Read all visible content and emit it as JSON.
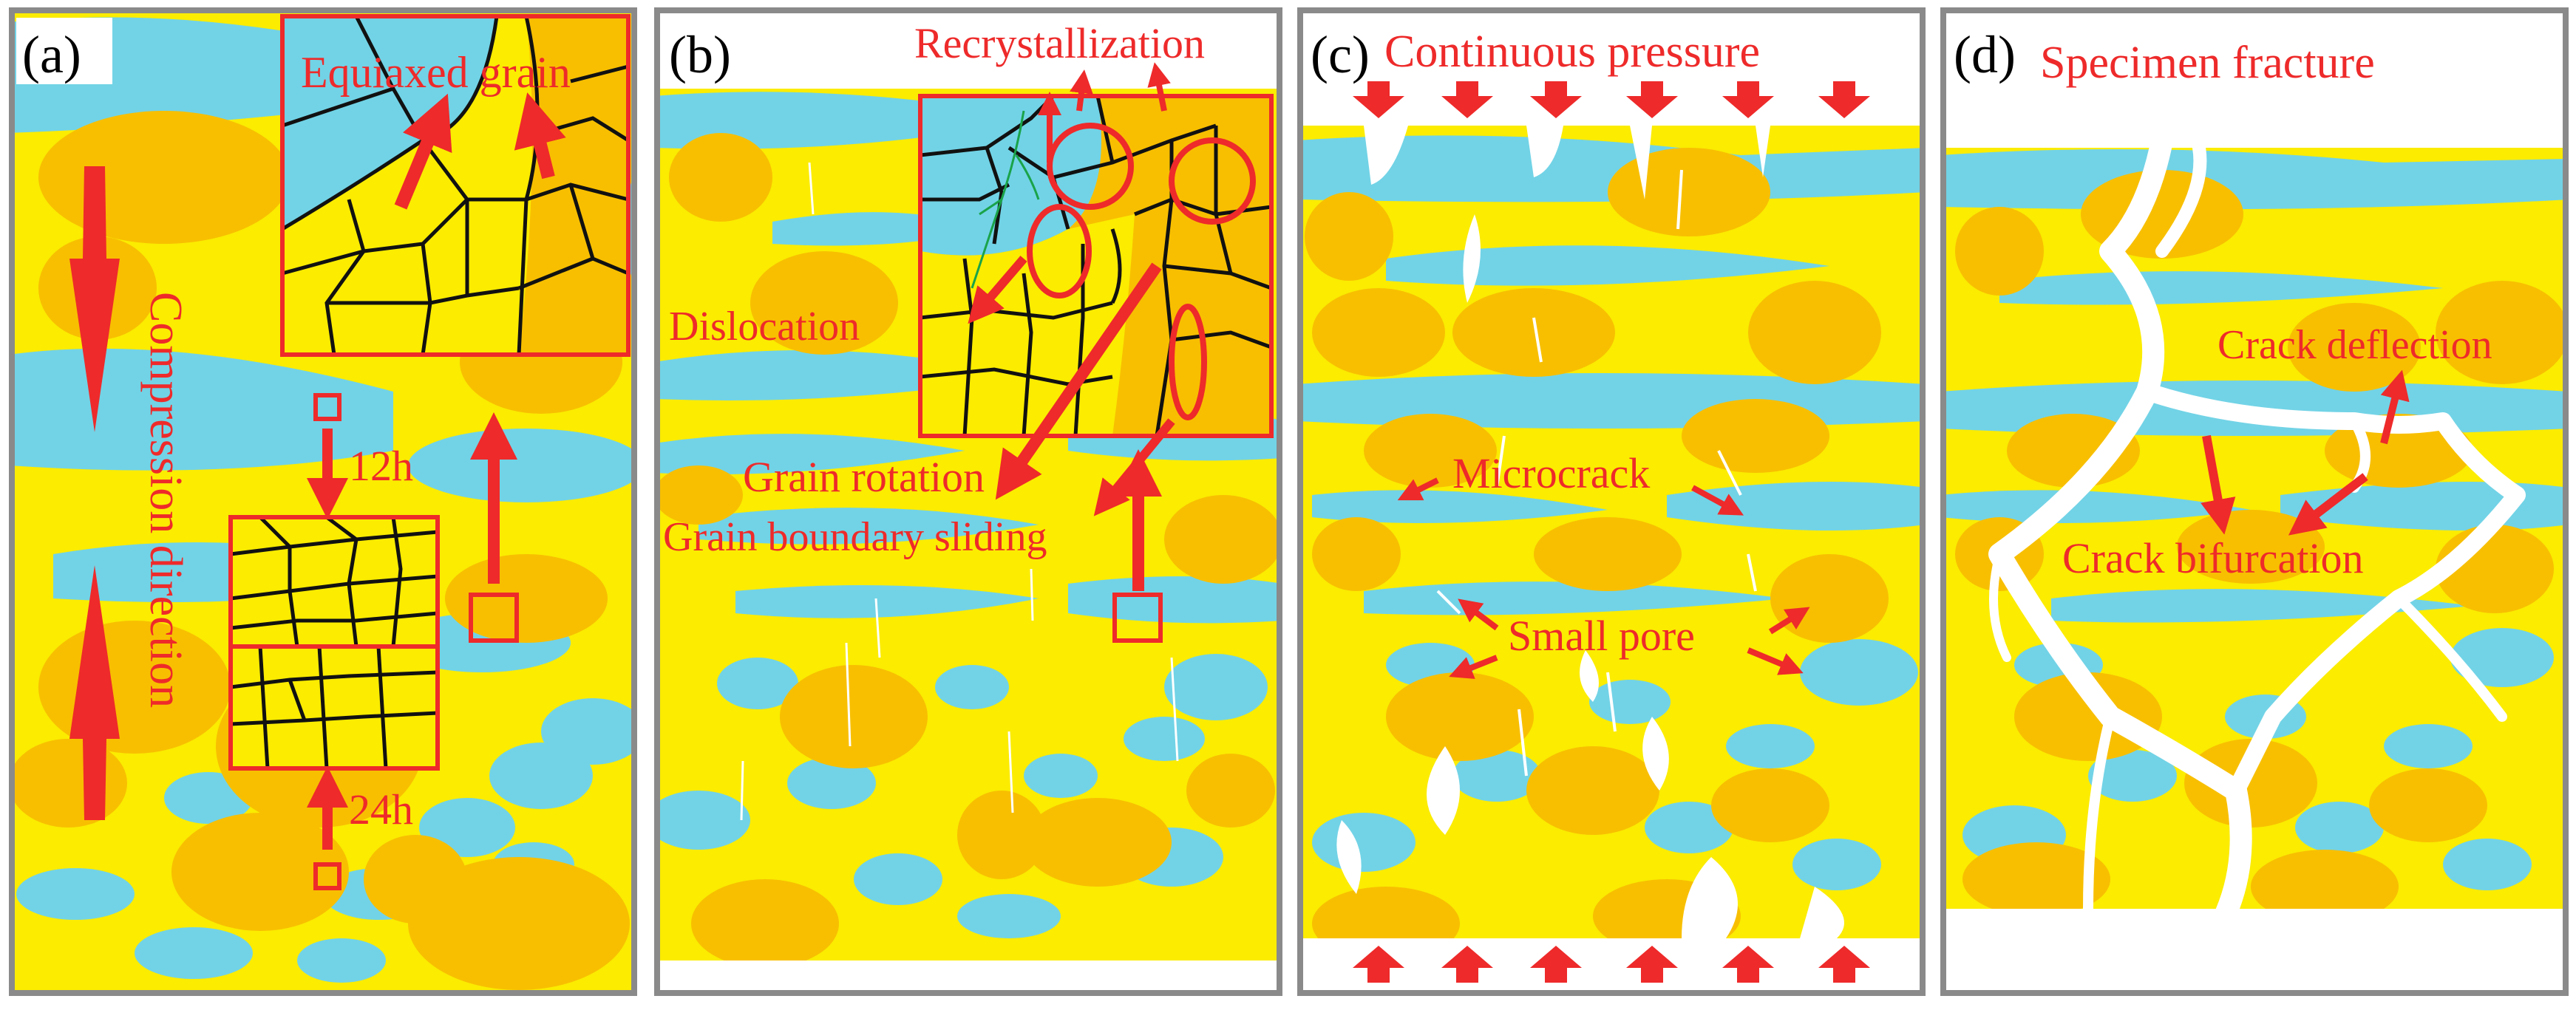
{
  "colors": {
    "yellow": "#fbec00",
    "orange": "#f8bf00",
    "cyan": "#72d3e6",
    "red": "#ee2a2a",
    "frame": "#8a8a8a"
  },
  "panels": [
    {
      "tag": "(a)",
      "labels": {
        "top_inset": "Equiaxed grain",
        "vertical": "Compression direction",
        "t1": "12h",
        "t2": "24h"
      }
    },
    {
      "tag": "(b)",
      "labels": {
        "recryst": "Recrystallization",
        "dislocation": "Dislocation",
        "rotation": "Grain rotation",
        "sliding": "Grain boundary sliding"
      }
    },
    {
      "tag": "(c)",
      "labels": {
        "title": "Continuous pressure",
        "microcrack": "Microcrack",
        "pore": "Small pore"
      }
    },
    {
      "tag": "(d)",
      "labels": {
        "title": "Specimen fracture",
        "deflection": "Crack deflection",
        "bifurcation": "Crack bifurcation"
      }
    }
  ]
}
